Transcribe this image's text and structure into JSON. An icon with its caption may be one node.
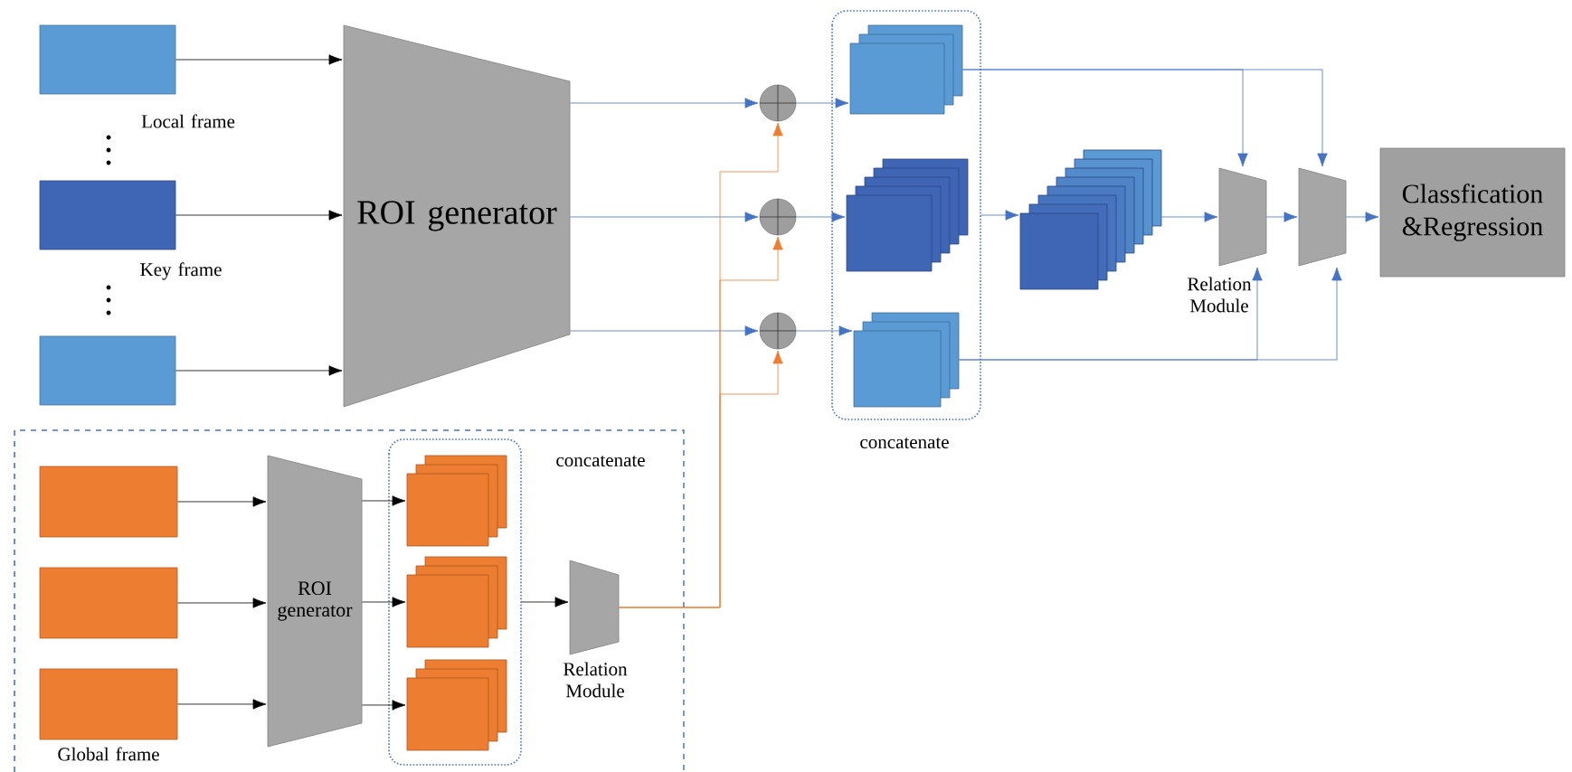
{
  "diagram": {
    "nodes": [
      {
        "text": [],
        "shape": "box",
        "beside": [
          "Local frame"
        ]
      },
      {
        "text": [],
        "shape": "box",
        "beside": [
          "Key frame"
        ]
      },
      {
        "text": [],
        "shape": "box"
      },
      {
        "text": [
          "ROI generator"
        ]
      },
      {
        "text": [],
        "shape": "circle"
      },
      {
        "text": [],
        "shape": "circle"
      },
      {
        "text": [],
        "shape": "circle"
      },
      {
        "text": [],
        "shape": "box",
        "beside": [
          "concatenate"
        ]
      },
      {
        "text": [],
        "shape": "stack",
        "in": 7
      },
      {
        "text": [],
        "shape": "stack",
        "in": 7
      },
      {
        "text": [],
        "shape": "stack",
        "in": 7
      },
      {
        "text": [],
        "shape": "stack"
      },
      {
        "text": [],
        "shape": "trapezoid",
        "beside": [
          "Relation Module"
        ]
      },
      {
        "text": [],
        "shape": "trapezoid"
      },
      {
        "text": [
          "Classfication &Regression"
        ]
      },
      {
        "text": [],
        "shape": "box"
      },
      {
        "text": [],
        "shape": "box",
        "in": 15
      },
      {
        "text": [],
        "shape": "box",
        "in": 15
      },
      {
        "text": [],
        "shape": "box",
        "in": 15,
        "beside": [
          "Global frame"
        ]
      },
      {
        "text": [
          "ROI generator"
        ],
        "in": 15
      },
      {
        "text": [],
        "shape": "box",
        "in": 15,
        "beside": [
          "concatenate"
        ]
      },
      {
        "text": [],
        "shape": "stack",
        "in": 20
      },
      {
        "text": [],
        "shape": "stack",
        "in": 20
      },
      {
        "text": [],
        "shape": "stack",
        "in": 20
      },
      {
        "text": [],
        "shape": "trapezoid",
        "in": 15,
        "beside": [
          "Relation Module"
        ]
      }
    ],
    "edges": [
      {
        "from": 0,
        "to": 3,
        "arrow": "to",
        "color": "#000000"
      },
      {
        "from": 1,
        "to": 3,
        "arrow": "to",
        "color": "#000000"
      },
      {
        "from": 2,
        "to": 3,
        "arrow": "to",
        "color": "#000000"
      },
      {
        "from": 3,
        "to": 4,
        "arrow": "to",
        "color": "#4472c4"
      },
      {
        "from": 3,
        "to": 5,
        "arrow": "to",
        "color": "#4472c4"
      },
      {
        "from": 3,
        "to": 6,
        "arrow": "to",
        "color": "#4472c4"
      },
      {
        "from": 24,
        "to": 4,
        "arrow": "to",
        "color": "#ed7d31"
      },
      {
        "from": 24,
        "to": 5,
        "arrow": "to",
        "color": "#ed7d31"
      },
      {
        "from": 24,
        "to": 6,
        "arrow": "to",
        "color": "#ed7d31"
      },
      {
        "from": 4,
        "to": 8,
        "arrow": "to",
        "color": "#4472c4"
      },
      {
        "from": 5,
        "to": 9,
        "arrow": "to",
        "color": "#4472c4"
      },
      {
        "from": 6,
        "to": 10,
        "arrow": "to",
        "color": "#4472c4"
      },
      {
        "from": 7,
        "to": 11,
        "arrow": "to",
        "color": "#4472c4"
      },
      {
        "from": 11,
        "to": 12,
        "arrow": "to",
        "color": "#4472c4"
      },
      {
        "from": 12,
        "to": 13,
        "arrow": "to",
        "color": "#4472c4"
      },
      {
        "from": 13,
        "to": 14,
        "arrow": "to",
        "color": "#4472c4"
      },
      {
        "from": 8,
        "to": 12,
        "arrow": "to",
        "color": "#4472c4"
      },
      {
        "from": 8,
        "to": 13,
        "arrow": "to",
        "color": "#4472c4"
      },
      {
        "from": 10,
        "to": 12,
        "arrow": "to",
        "color": "#4472c4"
      },
      {
        "from": 10,
        "to": 13,
        "arrow": "to",
        "color": "#4472c4"
      },
      {
        "from": 16,
        "to": 19,
        "arrow": "to",
        "color": "#000000"
      },
      {
        "from": 17,
        "to": 19,
        "arrow": "to",
        "color": "#000000"
      },
      {
        "from": 18,
        "to": 19,
        "arrow": "to",
        "color": "#000000"
      },
      {
        "from": 19,
        "to": 21,
        "arrow": "to",
        "color": "#000000"
      },
      {
        "from": 19,
        "to": 22,
        "arrow": "to",
        "color": "#000000"
      },
      {
        "from": 19,
        "to": 23,
        "arrow": "to",
        "color": "#000000"
      },
      {
        "from": 20,
        "to": 24,
        "arrow": "to",
        "color": "#000000"
      }
    ]
  }
}
